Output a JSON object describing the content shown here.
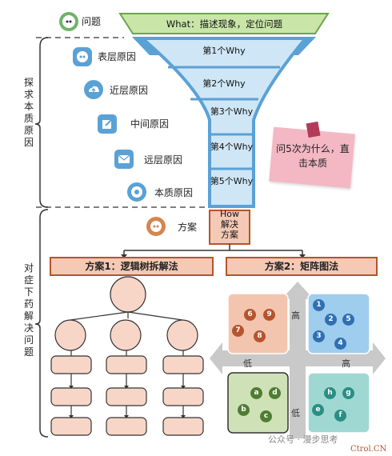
{
  "question_label": "问题",
  "funnel": {
    "what": "What：描述现象，定位问题",
    "whys": [
      "第1个Why",
      "第2个Why",
      "第3个Why",
      "第4个Why",
      "第5个Why"
    ],
    "how": "How\n解决\n方案"
  },
  "causes": [
    "表层原因",
    "近层原因",
    "中间原因",
    "远层原因",
    "本质原因"
  ],
  "solution_label": "方案",
  "side_labels": {
    "top": "探求本质原因",
    "bottom": "对症下药解决问题"
  },
  "note": "问5次为什么，直击本质",
  "schemes": [
    "方案1：逻辑树拆解法",
    "方案2：矩阵图法"
  ],
  "matrix": {
    "high_top": "高",
    "low_bottom": "低",
    "low_left": "低",
    "high_right": "高",
    "q_top_left": [
      "6",
      "9",
      "7",
      "8"
    ],
    "q_top_right": [
      "1",
      "2",
      "5",
      "3",
      "4"
    ],
    "q_bottom_left": [
      "a",
      "d",
      "b",
      "c"
    ],
    "q_bottom_right": [
      "h",
      "g",
      "e",
      "f"
    ]
  },
  "watermark": "公众号 · 漫步思考",
  "site_mark": "Ctrol.CN",
  "colors": {
    "funnel_light": "#cfe6f7",
    "funnel_dark": "#5aa1d6",
    "what_green": "#c9e6a8",
    "scheme_fill": "#f4c9b5",
    "scheme_border": "#b5542d"
  }
}
